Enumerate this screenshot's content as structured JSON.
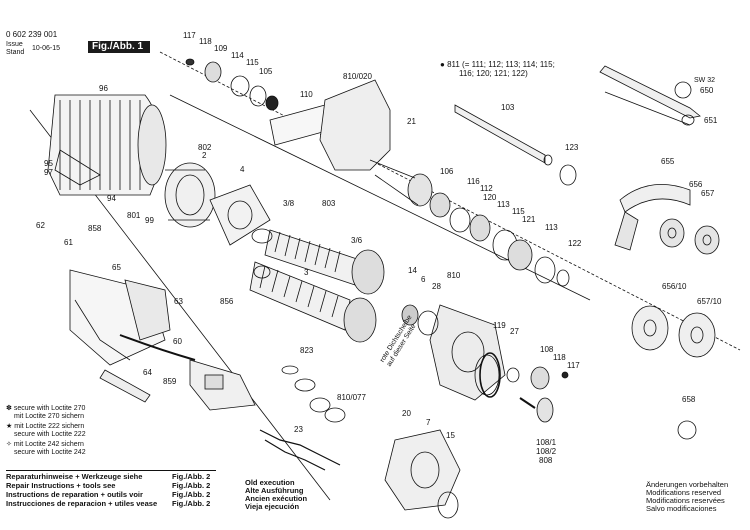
{
  "header": {
    "part_number": "0 602 239 001",
    "issue_label": "Issue",
    "stand_label": "Stand",
    "date": "10-06-15",
    "fig_label": "Fig./Abb. 1"
  },
  "note_811": "811 (= 111; 112; 113; 114; 115;",
  "note_811_line2": "116; 120; 121; 122)",
  "part_labels": [
    "117",
    "118",
    "109",
    "114",
    "115",
    "105",
    "110",
    "810/020",
    "96",
    "802",
    "2",
    "4",
    "95",
    "97",
    "94",
    "801",
    "99",
    "3/8",
    "803",
    "3/6",
    "62",
    "61",
    "858",
    "65",
    "63",
    "856",
    "3",
    "60",
    "823",
    "64",
    "859",
    "810/077",
    "20",
    "7",
    "15",
    "23",
    "103",
    "123",
    "106",
    "116",
    "112",
    "120",
    "113",
    "115",
    "121",
    "113",
    "122",
    "14",
    "6",
    "28",
    "810",
    "119",
    "27",
    "108",
    "118",
    "117",
    "108/1",
    "108/2",
    "808",
    "21",
    "650",
    "651",
    "655",
    "656",
    "657",
    "656/10",
    "657/10",
    "658"
  ],
  "wrench_label": "SW 32",
  "side_note": "rote Dichtscheibe\nauf dieser Seite",
  "legend": [
    "secure with Loctite 270",
    "mit Loctite 270 sichern",
    "mit Loctite 222 sichern",
    "secure with Loctite 222",
    "mit Loctite 242 sichern",
    "secure with Loctite 242"
  ],
  "instructions": [
    {
      "text": "Reparaturhinweise + Werkzeuge siehe",
      "ref": "Fig./Abb. 2"
    },
    {
      "text": "Repair Instructions + tools see",
      "ref": "Fig./Abb. 2"
    },
    {
      "text": "Instructions de reparation + outils voir",
      "ref": "Fig./Abb. 2"
    },
    {
      "text": "Instrucciones de reparacion + utiles vease",
      "ref": "Fig./Abb. 2"
    }
  ],
  "old_execution": [
    "Old execution",
    "Alte Ausführung",
    "Ancien exécution",
    "Vieja ejecución"
  ],
  "modifications": [
    "Änderungen vorbehalten",
    "Modifications reserved",
    "Modifications reservées",
    "Salvo modificaciones"
  ],
  "colors": {
    "ink": "#111111",
    "header_bg": "#1b1b1b",
    "paper": "#ffffff"
  }
}
